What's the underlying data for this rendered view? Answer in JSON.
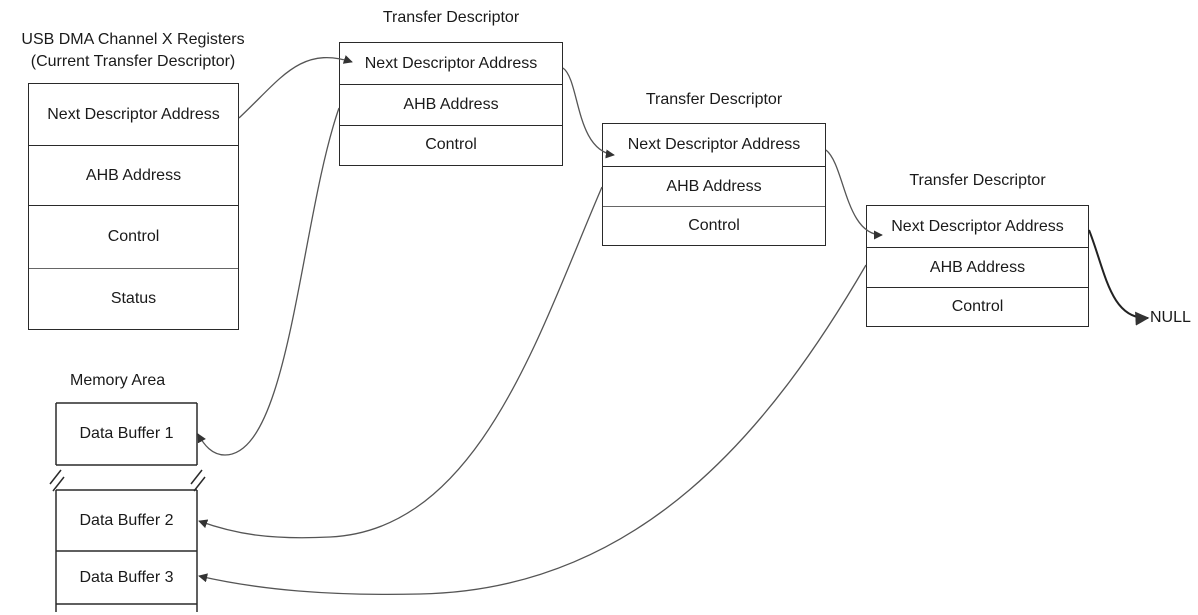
{
  "registers": {
    "title_line1": "USB DMA Channel X Registers",
    "title_line2": "(Current Transfer Descriptor)",
    "rows": [
      "Next Descriptor Address",
      "AHB Address",
      "Control",
      "Status"
    ]
  },
  "descriptors": [
    {
      "title": "Transfer Descriptor",
      "rows": [
        "Next Descriptor Address",
        "AHB Address",
        "Control"
      ]
    },
    {
      "title": "Transfer Descriptor",
      "rows": [
        "Next Descriptor Address",
        "AHB Address",
        "Control"
      ]
    },
    {
      "title": "Transfer Descriptor",
      "rows": [
        "Next Descriptor Address",
        "AHB Address",
        "Control"
      ]
    }
  ],
  "memory": {
    "title": "Memory Area",
    "buffers": [
      "Data Buffer 1",
      "Data Buffer 2",
      "Data Buffer 3"
    ]
  },
  "null_label": "NULL"
}
